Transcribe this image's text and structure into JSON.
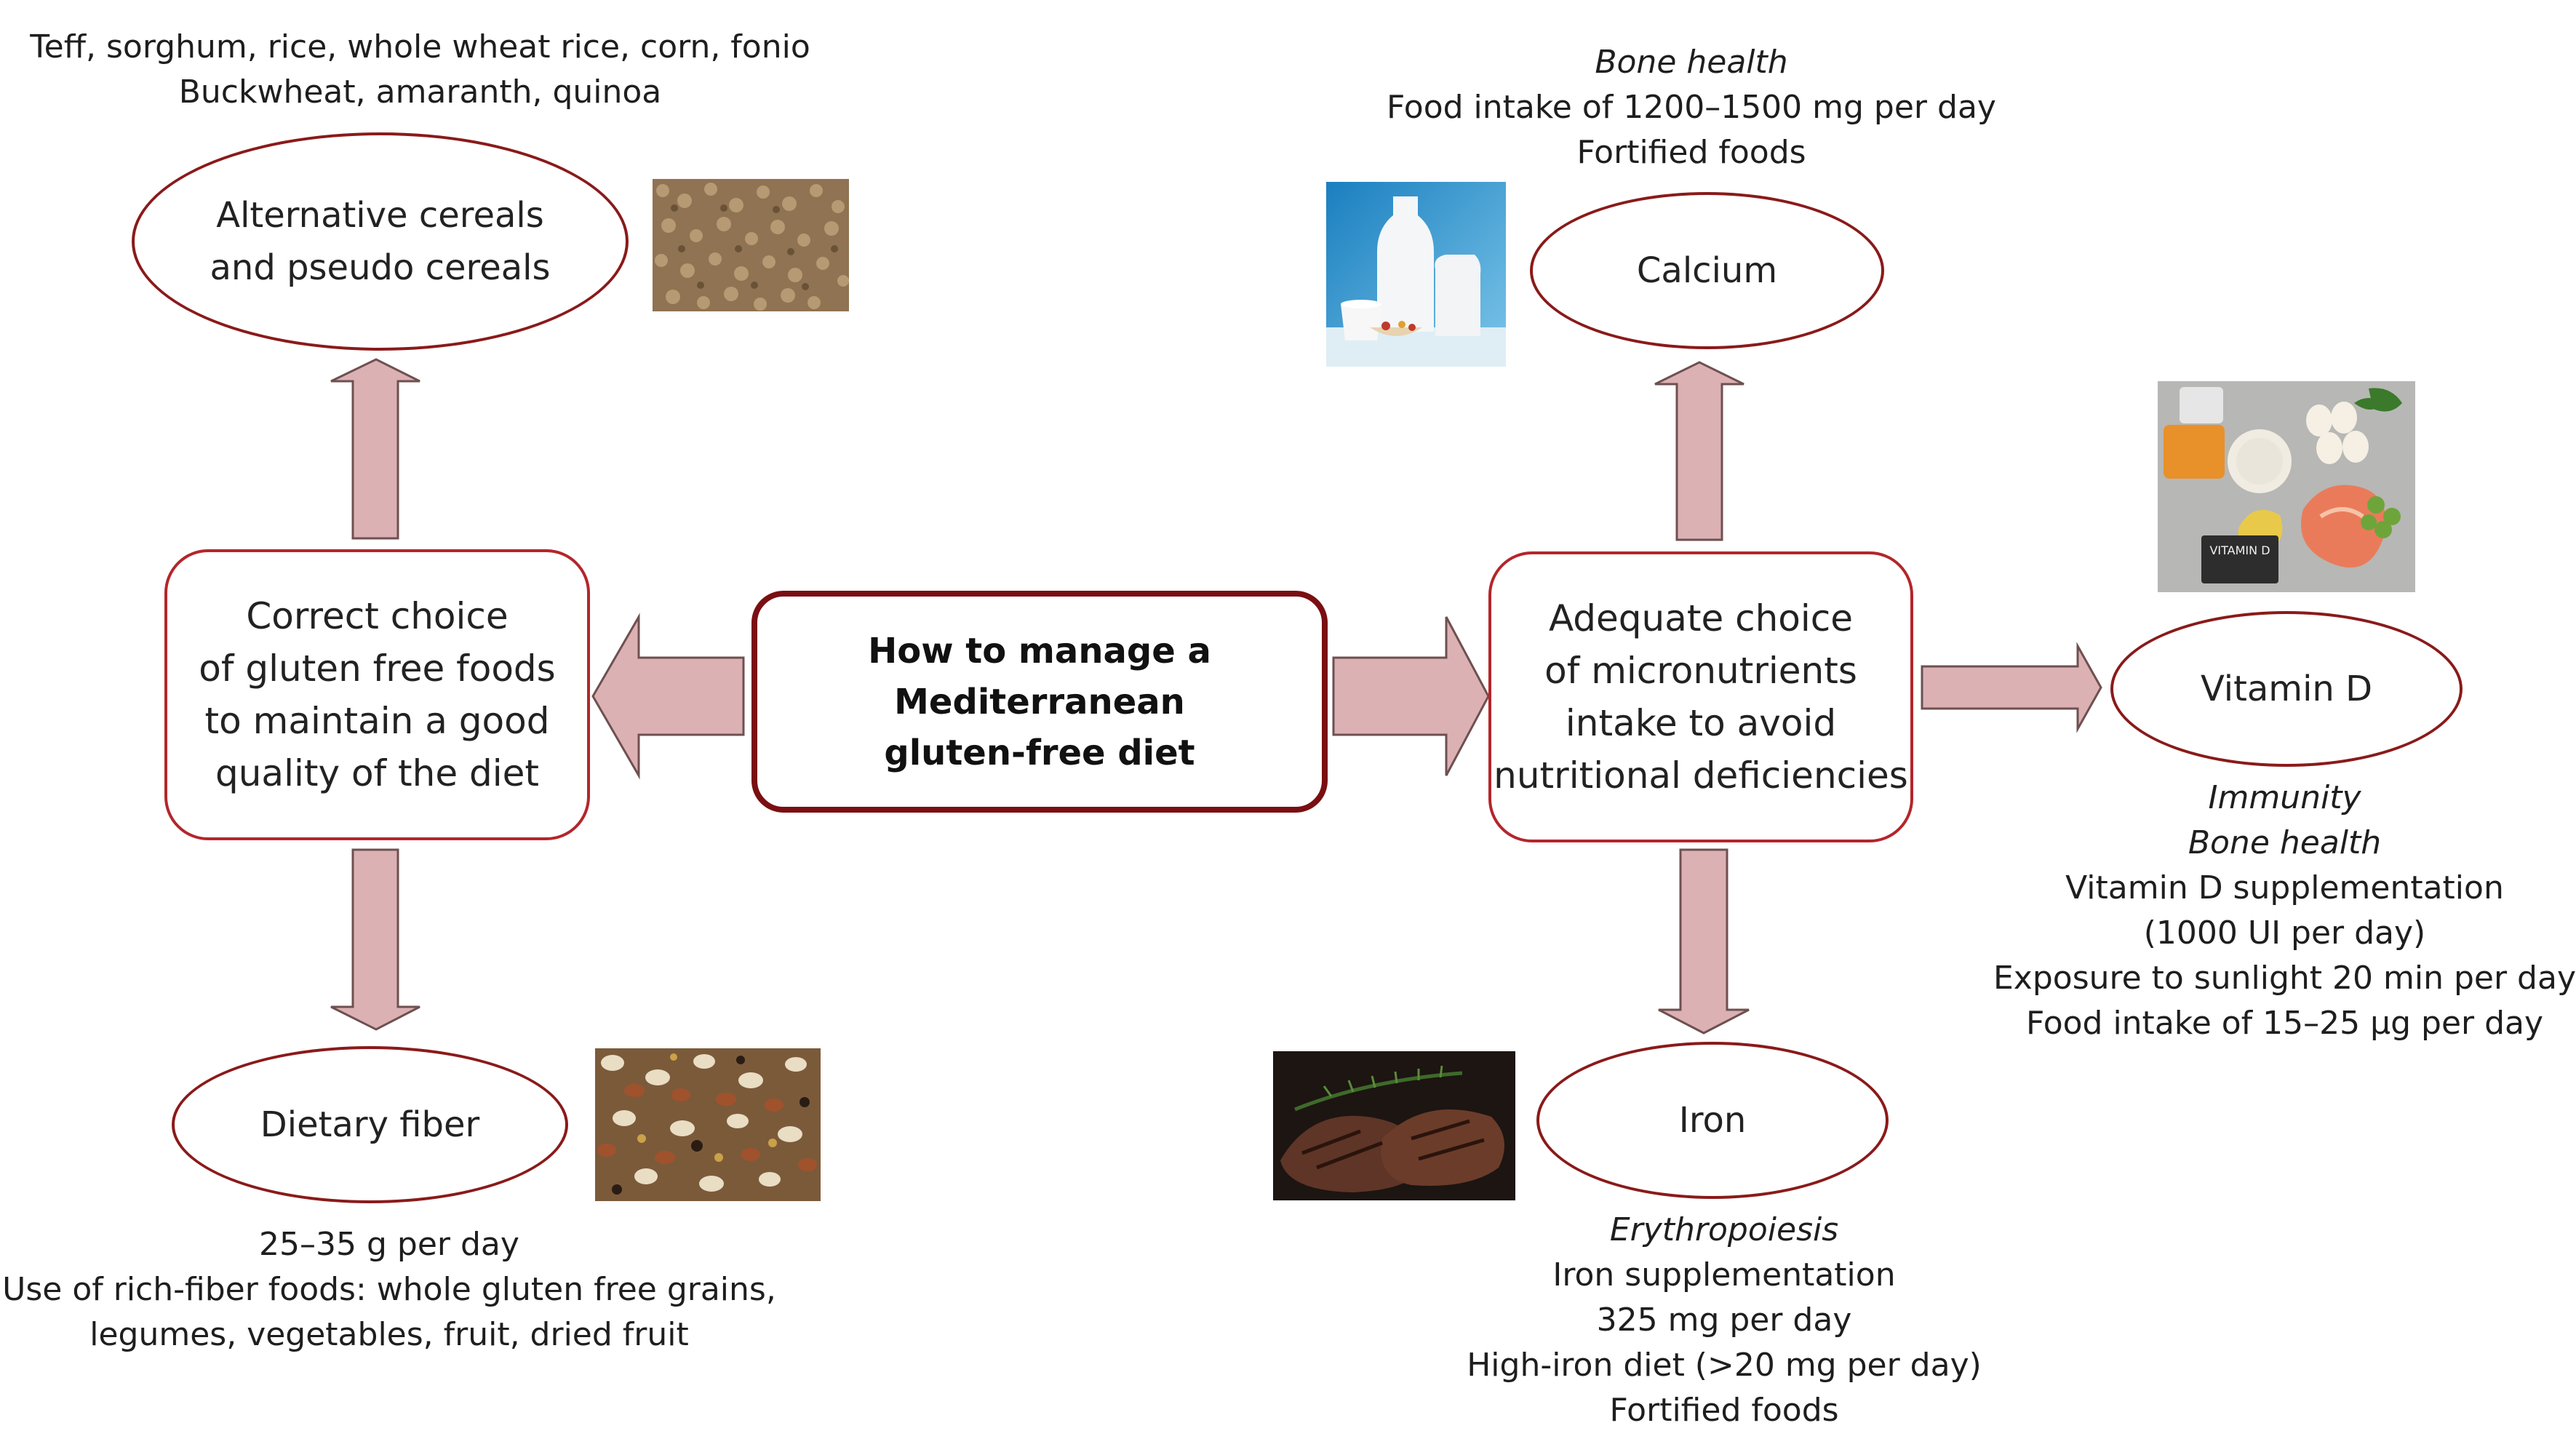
{
  "center": {
    "lines": [
      "How to manage a",
      "Mediterranean",
      "gluten-free diet"
    ]
  },
  "left_box": {
    "lines": [
      "Correct choice",
      "of gluten free foods",
      "to maintain a good",
      "quality of the diet"
    ]
  },
  "right_box": {
    "lines": [
      "Adequate choice",
      "of micronutrients",
      "intake to avoid",
      "nutritional deficiencies"
    ]
  },
  "cereals": {
    "label_lines": [
      "Alternative cereals",
      "and pseudo cereals"
    ],
    "notes": [
      "Teff, sorghum, rice, whole wheat rice, corn, fonio",
      "Buckwheat, amaranth, quinoa"
    ]
  },
  "fiber": {
    "label": "Dietary fiber",
    "notes": [
      "25–35 g per day",
      "Use of rich-fiber foods: whole gluten free grains,",
      "legumes, vegetables, fruit, dried fruit"
    ]
  },
  "calcium": {
    "label": "Calcium",
    "role": "Bone health",
    "notes": [
      "Food intake of 1200–1500 mg per day",
      "Fortified foods"
    ]
  },
  "vitamin_d": {
    "label": "Vitamin D",
    "roles": [
      "Immunity",
      "Bone health"
    ],
    "notes": [
      "Vitamin D supplementation",
      "(1000 UI per day)",
      "Exposure to sunlight 20 min per day",
      "Food intake of 15–25 µg per day"
    ],
    "photo_label": "VITAMIN D"
  },
  "iron": {
    "label": "Iron",
    "role": "Erythropoiesis",
    "notes": [
      "Iron supplementation",
      "325 mg per day",
      "High-iron diet (>20 mg per day)",
      "Fortified foods"
    ]
  },
  "colors": {
    "oval_border": "#8a1a1a",
    "box_border": "#b3262b",
    "center_border": "#7a0f12",
    "arrow_fill": "#dcb1b4",
    "arrow_stroke": "#6e5050"
  },
  "icons": [
    "grain-photo",
    "beans-photo",
    "milk-photo",
    "vitamin-d-foods-photo",
    "steak-photo"
  ]
}
